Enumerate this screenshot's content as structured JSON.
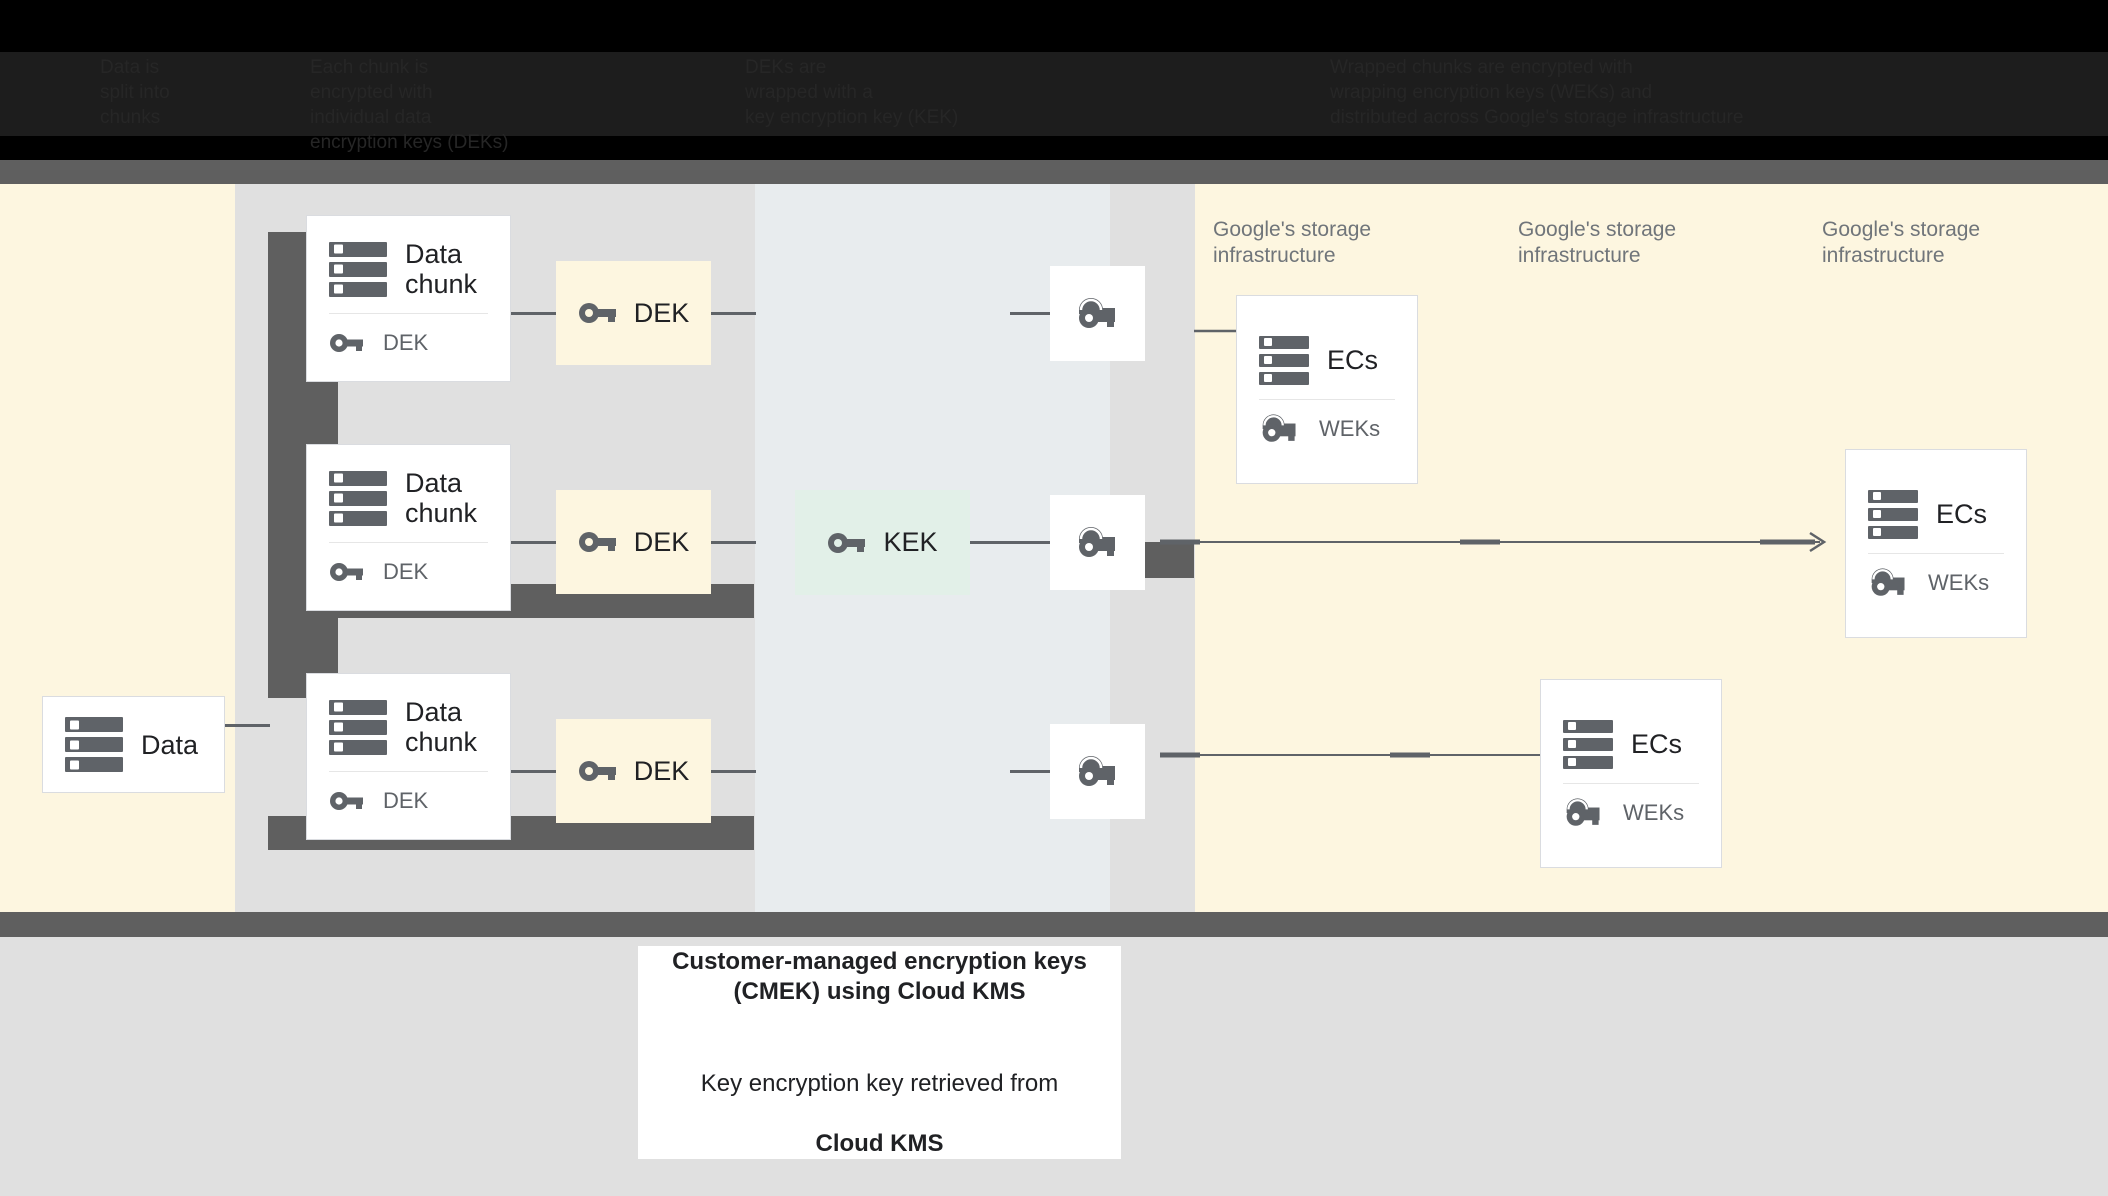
{
  "header": {
    "columns": [
      {
        "text": "Data is\nsplit into\nchunks"
      },
      {
        "text": "Each chunk is\nencrypted with\nindividual data\nencryption keys (DEKs)"
      },
      {
        "text": "DEKs are\nwrapped with a\nkey encryption key (KEK)"
      },
      {
        "text": "Wrapped chunks are encrypted with\nwrapping encryption keys (WEKs) and\ndistributed across Google's storage infrastructure"
      }
    ]
  },
  "diagram": {
    "source": {
      "label": "Data",
      "icon": "server-icon"
    },
    "chunks": [
      {
        "title": "Data\nchunk",
        "icon": "server-icon",
        "key_label": "DEK",
        "key_icon": "key-icon"
      },
      {
        "title": "Data\nchunk",
        "icon": "server-icon",
        "key_label": "DEK",
        "key_icon": "key-icon"
      },
      {
        "title": "Data\nchunk",
        "icon": "server-icon",
        "key_label": "DEK",
        "key_icon": "key-icon"
      }
    ],
    "deks": [
      {
        "label": "DEK",
        "icon": "key-icon"
      },
      {
        "label": "DEK",
        "icon": "key-icon"
      },
      {
        "label": "DEK",
        "icon": "key-icon"
      }
    ],
    "kek": {
      "label": "KEK",
      "icon": "key-icon"
    },
    "wrapped_keys": [
      {
        "icon": "wrapped-key-icon"
      },
      {
        "icon": "wrapped-key-icon"
      },
      {
        "icon": "wrapped-key-icon"
      }
    ],
    "infra_labels": [
      "Google's storage\ninfrastructure",
      "Google's storage\ninfrastructure",
      "Google's storage\ninfrastructure"
    ],
    "ec_cards": [
      {
        "title": "ECs",
        "icon": "server-icon",
        "key_label": "WEKs",
        "key_icon": "wrapped-key-icon"
      },
      {
        "title": "ECs",
        "icon": "server-icon",
        "key_label": "WEKs",
        "key_icon": "wrapped-key-icon"
      },
      {
        "title": "ECs",
        "icon": "server-icon",
        "key_label": "WEKs",
        "key_icon": "wrapped-key-icon"
      }
    ]
  },
  "caption": {
    "title": "Customer-managed encryption keys\n(CMEK) using Cloud KMS",
    "subtitle_line1": "Key encryption key retrieved from",
    "subtitle_line2": "Cloud KMS"
  },
  "colors": {
    "canvas_cream": "#fdf6e0",
    "band_gray": "#e0e0e0",
    "band_blue": "#e8ecee",
    "bar_dark": "#5f5f5f",
    "kek_green": "#e2f0e8",
    "dek_cream": "#fdf6e0",
    "icon_gray": "#5f6368",
    "text_dark": "#202124",
    "text_muted": "#70757a"
  }
}
